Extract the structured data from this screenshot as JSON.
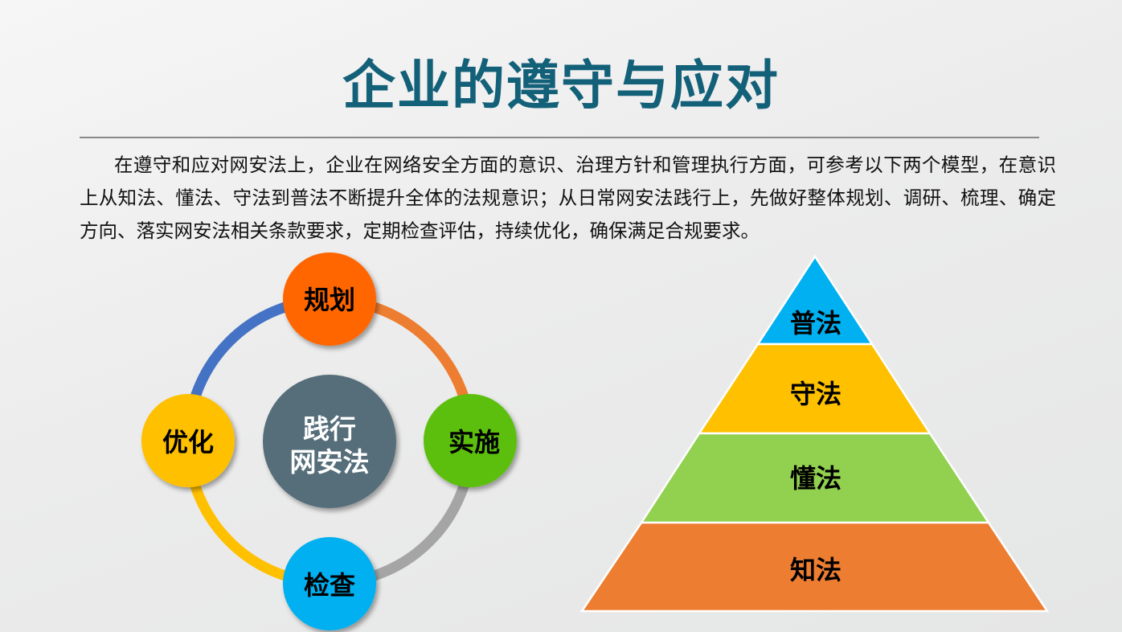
{
  "slide": {
    "title": "企业的遵守与应对",
    "paragraph": "在遵守和应对网安法上，企业在网络安全方面的意识、治理方针和管理执行方面，可参考以下两个模型，在意识上从知法、懂法、守法到普法不断提升全体的法规意识；从日常网安法践行上，先做好整体规划、调研、梳理、确定方向、落实网安法相关条款要求，定期检查评估，持续优化，确保满足合规要求。"
  },
  "cycle": {
    "center": {
      "line1": "践行",
      "line2": "网安法",
      "color": "#546e7a"
    },
    "nodes": [
      {
        "label": "规划",
        "color": "#ff6600",
        "position": "top"
      },
      {
        "label": "实施",
        "color": "#5cbf0b",
        "position": "right"
      },
      {
        "label": "检查",
        "color": "#00b0f0",
        "position": "bottom"
      },
      {
        "label": "优化",
        "color": "#ffc000",
        "position": "left"
      }
    ],
    "ring_segments": [
      {
        "from": "规划",
        "to": "实施",
        "color": "#ed7d31"
      },
      {
        "from": "实施",
        "to": "检查",
        "color": "#a5a5a5"
      },
      {
        "from": "检查",
        "to": "优化",
        "color": "#ffc000"
      },
      {
        "from": "优化",
        "to": "规划",
        "color": "#4472c4"
      }
    ]
  },
  "pyramid": {
    "tiers": [
      {
        "label": "普法",
        "color": "#00b0f0"
      },
      {
        "label": "守法",
        "color": "#ffc000"
      },
      {
        "label": "懂法",
        "color": "#92d050"
      },
      {
        "label": "知法",
        "color": "#ed7d31"
      }
    ]
  }
}
